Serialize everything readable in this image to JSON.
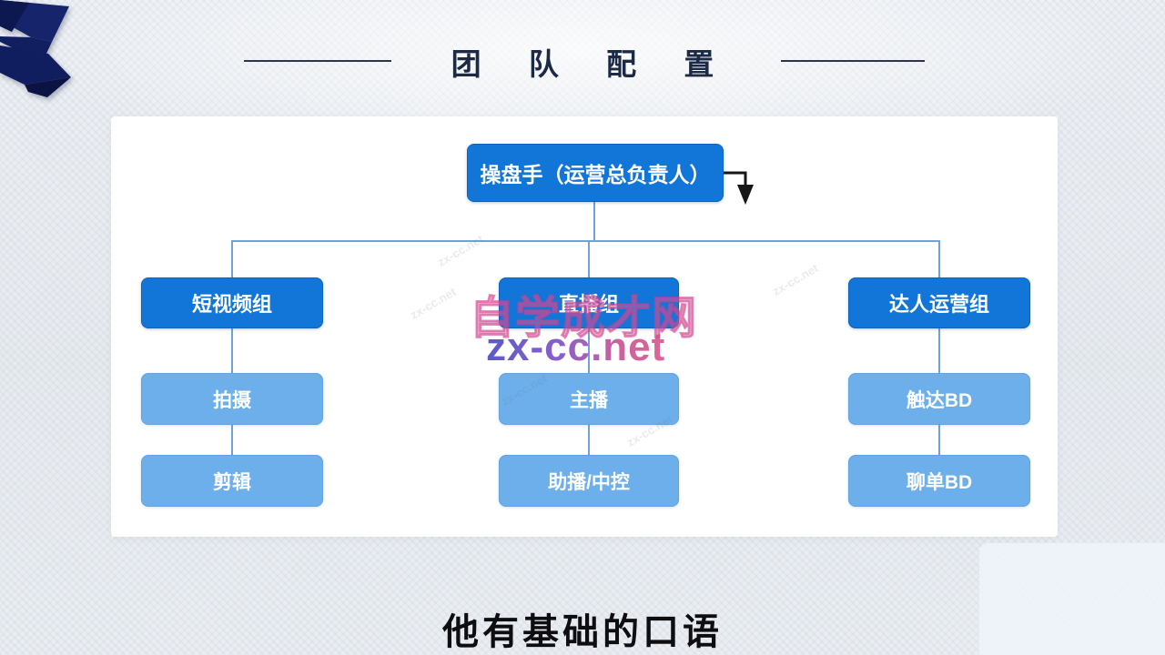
{
  "slide": {
    "title": "团 队 配 置",
    "subtitle": "他有基础的口语"
  },
  "org_chart": {
    "root": "操盘手（运营总负责人）",
    "groups": [
      {
        "label": "短视频组",
        "children": [
          "拍摄",
          "剪辑"
        ]
      },
      {
        "label": "直播组",
        "children": [
          "主播",
          "助播/中控"
        ]
      },
      {
        "label": "达人运营组",
        "children": [
          "触达BD",
          "聊单BD"
        ]
      }
    ]
  },
  "watermark": {
    "site_name": "自学成才网",
    "site_url": "zx-cc.net",
    "tiled_text": "zx-cc.net"
  },
  "colors": {
    "primary_blue": "#1276d9",
    "light_blue": "#6cafea",
    "connector_blue": "#6fa3d8",
    "title_navy": "#1d2a46",
    "watermark_pink": "#e0559a",
    "ribbon_navy": "#15246b",
    "ribbon_navy_dark": "#0d1850",
    "arrow_black": "#161616"
  }
}
